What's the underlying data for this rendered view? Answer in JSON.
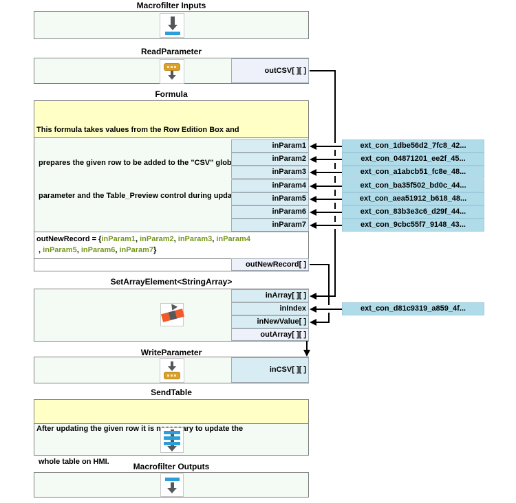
{
  "diagram": {
    "blocks": {
      "macrofilter_inputs": {
        "title": "Macrofilter Inputs"
      },
      "read_parameter": {
        "title": "ReadParameter",
        "out_port": "outCSV[ ][ ]"
      },
      "formula": {
        "title": "Formula",
        "comment_lines": [
          "This formula takes values from the Row Edition Box and",
          " prepares the given row to be added to the \"CSV\" global",
          " parameter and the Table_Preview control during update."
        ],
        "in_ports": [
          "inParam1",
          "inParam2",
          "inParam3",
          "inParam4",
          "inParam5",
          "inParam6",
          "inParam7"
        ],
        "expression_lines": [
          [
            {
              "t": "outNewRecord",
              "c": "plain"
            },
            {
              "t": " = {",
              "c": "plain"
            },
            {
              "t": "inParam1",
              "c": "param"
            },
            {
              "t": ", ",
              "c": "plain"
            },
            {
              "t": "inParam2",
              "c": "param"
            },
            {
              "t": ", ",
              "c": "plain"
            },
            {
              "t": "inParam3",
              "c": "param"
            },
            {
              "t": ", ",
              "c": "plain"
            },
            {
              "t": "inParam4",
              "c": "param"
            }
          ],
          [
            {
              "t": " , ",
              "c": "plain"
            },
            {
              "t": "inParam5",
              "c": "param"
            },
            {
              "t": ", ",
              "c": "plain"
            },
            {
              "t": "inParam6",
              "c": "param"
            },
            {
              "t": ", ",
              "c": "plain"
            },
            {
              "t": "inParam7",
              "c": "param"
            },
            {
              "t": "}",
              "c": "plain"
            }
          ]
        ],
        "out_port": "outNewRecord[ ]"
      },
      "set_array_element": {
        "title": "SetArrayElement<StringArray>",
        "in_ports": [
          "inArray[ ][ ]",
          "inIndex",
          "inNewValue[ ]"
        ],
        "out_port": "outArray[ ][ ]"
      },
      "write_parameter": {
        "title": "WriteParameter",
        "in_port": "inCSV[ ][ ]"
      },
      "send_table": {
        "title": "SendTable",
        "comment_lines": [
          "After updating the given row it is necessary to update the",
          " whole table on HMI."
        ]
      },
      "macrofilter_outputs": {
        "title": "Macrofilter Outputs"
      }
    },
    "external_connections": [
      "ext_con_1dbe56d2_7fc8_42...",
      "ext_con_04871201_ee2f_45...",
      "ext_con_a1abcb51_fc8e_48...",
      "ext_con_ba35f502_bd0c_44...",
      "ext_con_aea51912_b618_48...",
      "ext_con_83b3e3c6_d29f_44...",
      "ext_con_9cbc55f7_9148_43...",
      "ext_con_d81c9319_a859_4f..."
    ],
    "icons": {
      "macrofilter_inputs": "down-arrow-to-bar-icon",
      "read_parameter": "parameter-chip-arrow-down-icon",
      "set_array_element": "array-element-selector-icon",
      "write_parameter": "arrow-down-into-parameter-chip-icon",
      "send_table": "table-rows-down-arrow-icon",
      "macrofilter_outputs": "bar-down-arrow-icon"
    },
    "colors": {
      "block_bg": "#f3fbf4",
      "block_border": "#7f7f7f",
      "comment_bg": "#ffffc6",
      "in_port_bg": "#d8ecf3",
      "out_port_bg": "#eef1fa",
      "ext_label_bg": "#b0dbe9",
      "param_green": "#76961e",
      "icon_blue": "#2b9fd9",
      "icon_orange": "#d9a02b",
      "icon_red_orange": "#f15b2b",
      "icon_gray": "#53585c",
      "connection": "#000000"
    }
  }
}
